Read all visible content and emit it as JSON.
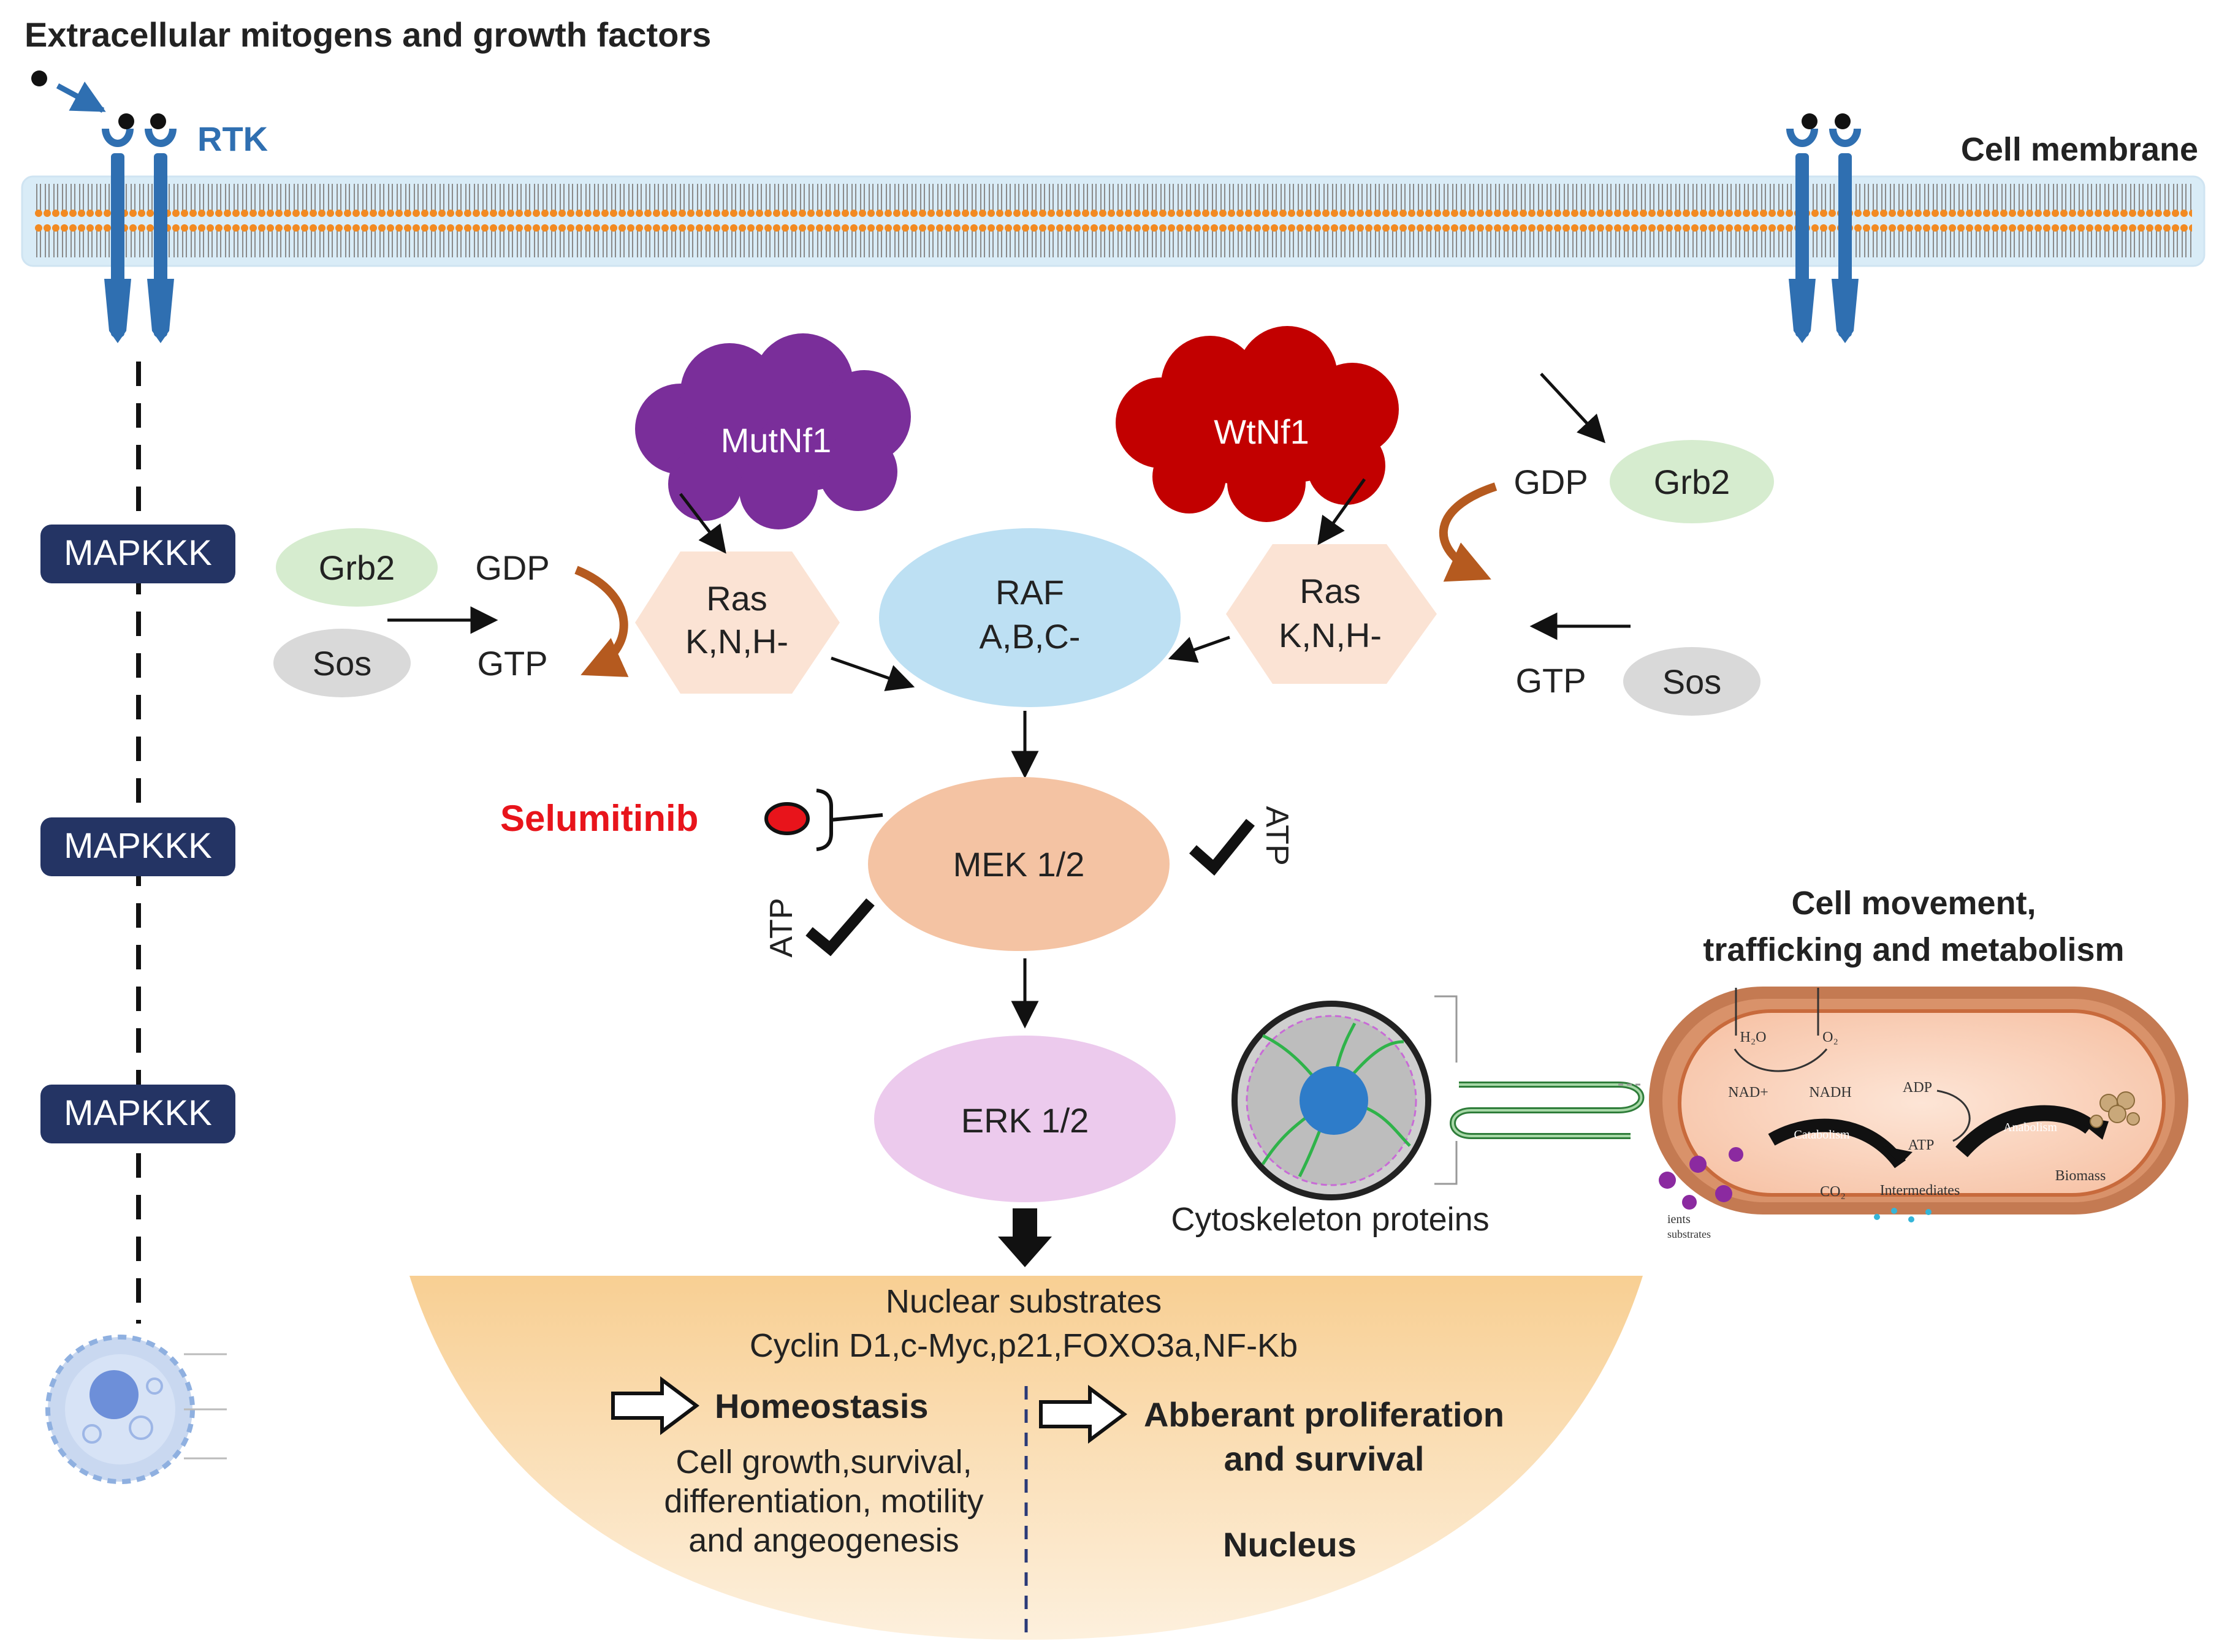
{
  "header": {
    "title": "Extracellular mitogens and growth factors",
    "rtk_label": "RTK",
    "membrane_label": "Cell membrane"
  },
  "side": {
    "mapkkk_1": "MAPKKK",
    "mapkkk_2": "MAPKKK",
    "mapkkk_3": "MAPKKK"
  },
  "nodes": {
    "mutnf1": "MutNf1",
    "wtnf1": "WtNf1",
    "grb2_left": "Grb2",
    "sos_left": "Sos",
    "gdp_left": "GDP",
    "gtp_left": "GTP",
    "ras_left_1": "Ras",
    "ras_left_2": "K,N,H-",
    "raf_1": "RAF",
    "raf_2": "A,B,C-",
    "ras_right_1": "Ras",
    "ras_right_2": "K,N,H-",
    "gdp_right": "GDP",
    "grb2_right": "Grb2",
    "gtp_right": "GTP",
    "sos_right": "Sos",
    "drug": "Selumitinib",
    "mek": "MEK 1/2",
    "atp_left": "ATP",
    "atp_right": "ATP",
    "erk": "ERK 1/2"
  },
  "right_panel": {
    "title_1": "Cell movement,",
    "title_2": "trafficking and metabolism",
    "cytoskeleton": "Cytoskeleton proteins",
    "cell_labels": {
      "h2o": "H₂O",
      "o2": "O₂",
      "nad": "NAD+",
      "nadh": "NADH",
      "adp": "ADP",
      "atp": "ATP",
      "catabolism": "Catabolism",
      "anabolism": "Anabolism",
      "co2": "CO₂",
      "intermediates": "Intermediates",
      "biomass": "Biomass",
      "nutrients": "ients",
      "substrates": "substrates"
    }
  },
  "nucleus": {
    "line_1": "Nuclear substrates",
    "line_2": "Cyclin D1,c-Myc,p21,FOXO3a,NF-Kb",
    "homeostasis": "Homeostasis",
    "homeo_1": "Cell growth,survival,",
    "homeo_2": "differentiation, motility",
    "homeo_3": "and angeogenesis",
    "aberrant_1": "Abberant proliferation",
    "aberrant_2": "and survival",
    "nucleus_label": "Nucleus"
  },
  "colors": {
    "rtk_blue": "#2f6fb1",
    "membrane_orange": "#f28a22",
    "membrane_bg": "#d9ecf7",
    "mapkkk_bg": "#243464",
    "mutnf1": "#7a2e9a",
    "wtnf1": "#c20000",
    "grb2": "#d6eccf",
    "sos": "#d9d9d9",
    "ras": "#fbe3d4",
    "raf": "#bde0f3",
    "mek": "#f4c3a3",
    "erk": "#eccaed",
    "nucleus_fill": "#f9d7a6",
    "curved_arrow": "#b55a1f",
    "drug_red": "#e8141b"
  }
}
